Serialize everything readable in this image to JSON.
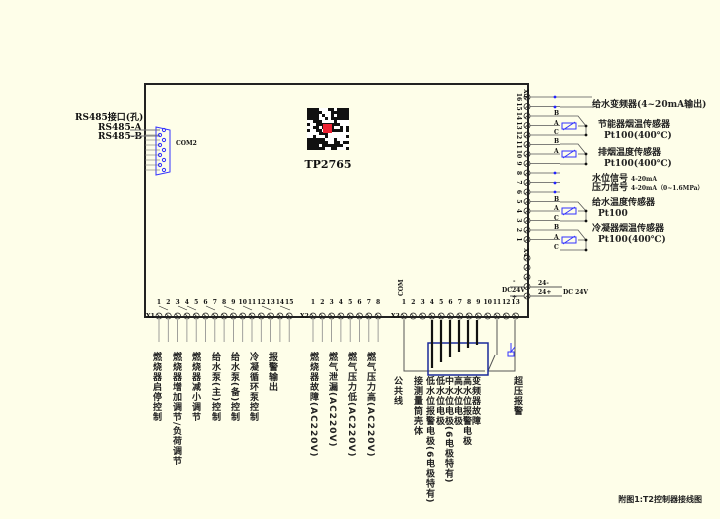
{
  "board": {
    "model": "TP2765"
  },
  "com2": {
    "title": "RS485接口(孔)",
    "a": "RS485-A",
    "b": "RS485-B",
    "port": "COM2"
  },
  "right": {
    "terminal_label": "X5",
    "numbers": [
      "16",
      "15",
      "14",
      "13",
      "12",
      "11",
      "10",
      "9",
      "8",
      "7",
      "6",
      "5",
      "4",
      "3",
      "2",
      "1"
    ],
    "sensors": [
      {
        "name": "给水变频器(4~20mA输出)"
      },
      {
        "name": "节能器烟温传感器",
        "spec": "Pt100(400℃)"
      },
      {
        "name": "排烟温度传感器",
        "spec": "Pt100(400℃)"
      },
      {
        "name": "水位信号",
        "spec": "4-20mA"
      },
      {
        "name": "压力信号",
        "spec": "4-20mA（0~1.6MPa）"
      },
      {
        "name": "给水温度传感器",
        "spec": "Pt100"
      },
      {
        "name": "冷凝器烟温传感器",
        "spec": "Pt100(400℃)"
      }
    ],
    "wire_letters": {
      "a": "A",
      "b": "B",
      "c": "C"
    },
    "x4": "X4",
    "dc": {
      "side": "DC24V",
      "minus": "24-",
      "plus": "24+",
      "label": "DC 24V",
      "sym_minus": "-",
      "sym_plus": "+"
    }
  },
  "x1": {
    "label": "X1",
    "numbers": [
      "1",
      "2",
      "3",
      "4",
      "5",
      "6",
      "7",
      "8",
      "9",
      "10",
      "11",
      "12",
      "13",
      "14",
      "15"
    ],
    "outputs": [
      "燃烧器启停控制",
      "燃烧器增加调节/负荷调节",
      "燃烧器减小调节",
      "给水泵(主)控制",
      "给水泵(备)控制",
      "冷凝循环泵控制",
      "报警输出"
    ]
  },
  "x2": {
    "label": "X2",
    "numbers": [
      "1",
      "2",
      "3",
      "4",
      "5",
      "6",
      "7",
      "8"
    ],
    "inputs": [
      "燃烧器故障(AC220V)",
      "燃气泄漏(AC220V)",
      "燃气压力低(AC220V)",
      "燃气压力高(AC220V)"
    ]
  },
  "x3": {
    "label": "X3",
    "com": "COM",
    "numbers": [
      "1",
      "2",
      "3",
      "4",
      "5",
      "6",
      "7",
      "8",
      "9",
      "10",
      "11",
      "12",
      "13"
    ],
    "inputs": [
      "公共线",
      "接测量筒壳体",
      "低水位报警电极(6电极特有)",
      "低水位电极",
      "中水位电极(6电极特有)",
      "高水位电极",
      "高水位报警电极",
      "变频器故障"
    ],
    "overpressure": "超压报警"
  },
  "caption": "附图1:T2控制器接线图"
}
